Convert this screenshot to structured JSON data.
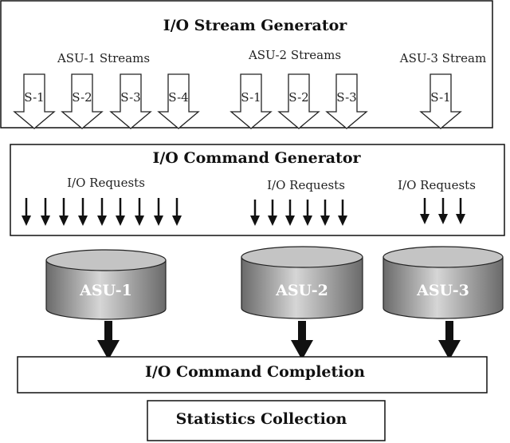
{
  "stream_generator": {
    "title": "I/O Stream Generator",
    "groups": [
      {
        "label": "ASU-1 Streams",
        "streams": [
          "S-1",
          "S-2",
          "S-3",
          "S-4"
        ]
      },
      {
        "label": "ASU-2 Streams",
        "streams": [
          "S-1",
          "S-2",
          "S-3"
        ]
      },
      {
        "label": "ASU-3 Stream",
        "streams": [
          "S-1"
        ]
      }
    ]
  },
  "command_generator": {
    "title": "I/O Command Generator",
    "request_groups": [
      {
        "label": "I/O Requests",
        "arrow_count": 9
      },
      {
        "label": "I/O Requests",
        "arrow_count": 6
      },
      {
        "label": "I/O Requests",
        "arrow_count": 3
      }
    ]
  },
  "asus": [
    {
      "label": "ASU-1"
    },
    {
      "label": "ASU-2"
    },
    {
      "label": "ASU-3"
    }
  ],
  "completion": {
    "title": "I/O Command Completion"
  },
  "statistics": {
    "title": "Statistics Collection"
  },
  "colors": {
    "stroke": "#111111",
    "cylinder_dark": "#6f6f6f",
    "cylinder_light": "#d2d2d2",
    "cylinder_top": "#bdbdbd"
  }
}
